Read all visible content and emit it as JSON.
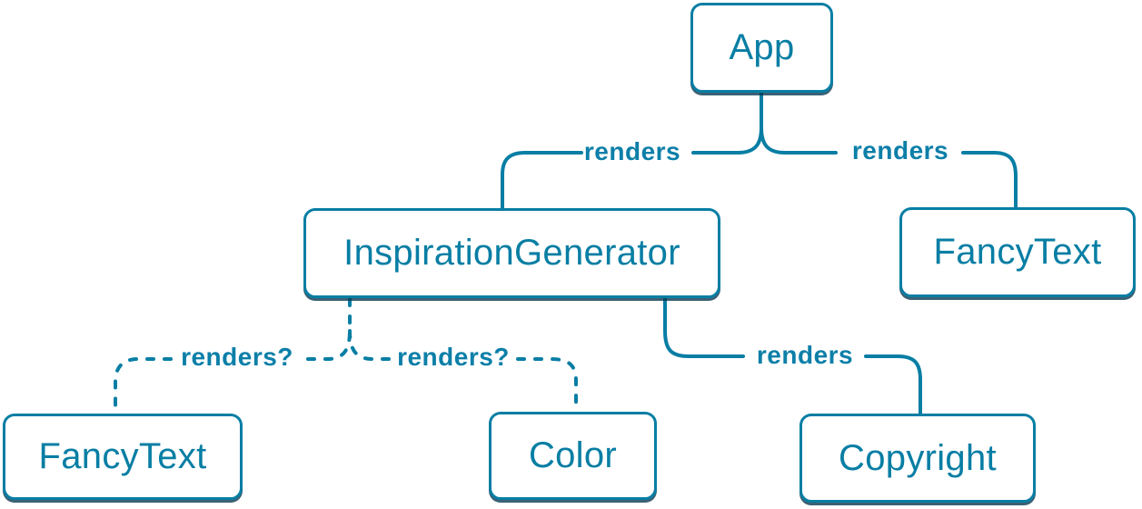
{
  "colors": {
    "accent": "#087ea4",
    "node_background": "#ffffff",
    "node_shadow": "#05354d",
    "page_background": "#ffffff"
  },
  "nodes": [
    {
      "id": "app",
      "label": "App"
    },
    {
      "id": "inspiration-generator",
      "label": "InspirationGenerator"
    },
    {
      "id": "fancy-text-top",
      "label": "FancyText"
    },
    {
      "id": "fancy-text-bottom",
      "label": "FancyText"
    },
    {
      "id": "color",
      "label": "Color"
    },
    {
      "id": "copyright",
      "label": "Copyright"
    }
  ],
  "edges": [
    {
      "from": "App",
      "to": "InspirationGenerator",
      "label": "renders",
      "style": "solid"
    },
    {
      "from": "App",
      "to": "FancyText",
      "label": "renders",
      "style": "solid"
    },
    {
      "from": "InspirationGenerator",
      "to": "FancyText",
      "label": "renders?",
      "style": "dashed"
    },
    {
      "from": "InspirationGenerator",
      "to": "Color",
      "label": "renders?",
      "style": "dashed"
    },
    {
      "from": "InspirationGenerator",
      "to": "Copyright",
      "label": "renders",
      "style": "solid"
    }
  ]
}
